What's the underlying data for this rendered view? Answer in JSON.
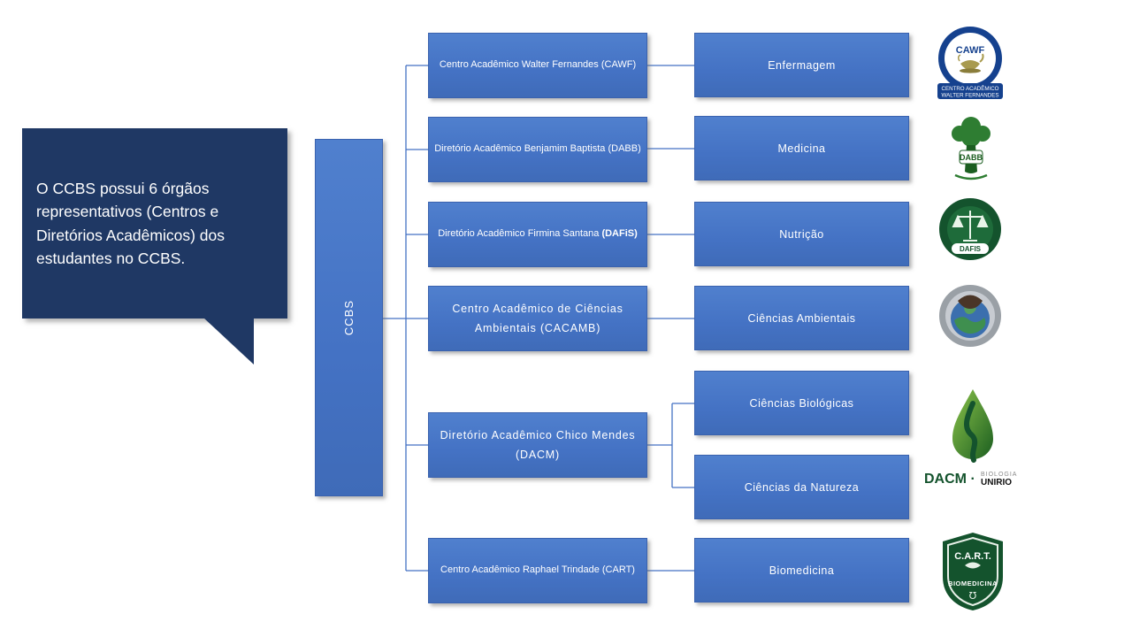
{
  "callout": {
    "text": "O CCBS possui 6 órgãos representativos (Centros e Diretórios Acadêmicos) dos estudantes no CCBS."
  },
  "root": {
    "label": "CCBS"
  },
  "org_boxes": [
    {
      "label": "Centro Acadêmico Walter Fernandes (CAWF)"
    },
    {
      "label": "Diretório Acadêmico Benjamim Baptista (DABB)"
    },
    {
      "label": "Diretório Acadêmico Firmina Santana ",
      "label_bold": "(DAFiS)"
    },
    {
      "label": "Centro Acadêmico de Ciências Ambientais (CACAMB)"
    },
    {
      "label": "Diretório Acadêmico Chico Mendes (DACM)"
    },
    {
      "label": "Centro Acadêmico Raphael Trindade (CART)"
    }
  ],
  "course_boxes": [
    {
      "label": "Enfermagem"
    },
    {
      "label": "Medicina"
    },
    {
      "label": "Nutrição"
    },
    {
      "label": "Ciências Ambientais"
    },
    {
      "label": "Ciências Biológicas"
    },
    {
      "label": "Ciências da Natureza"
    },
    {
      "label": "Biomedicina"
    }
  ],
  "logos": {
    "cawf": {
      "acronym": "CAWF",
      "line1": "CENTRO ACADÊMICO",
      "line2": "WALTER FERNANDES"
    },
    "dabb": {
      "acronym": "DABB"
    },
    "dafis": {
      "acronym": "DAFIS"
    },
    "dacm": {
      "acronym": "DACM ·",
      "line1": "BIOLOGIA",
      "line2": "UNIRIO"
    },
    "cart": {
      "acronym": "C.A.R.T.",
      "line1": "BIOMEDICINA",
      "symbol": "℧"
    }
  },
  "colors": {
    "box_blue": "#4472c4",
    "box_border": "#3a62ae",
    "callout_navy": "#1f3864",
    "connector": "#4472c4",
    "logo_green": "#1b5e20",
    "logo_blue": "#15418e"
  }
}
